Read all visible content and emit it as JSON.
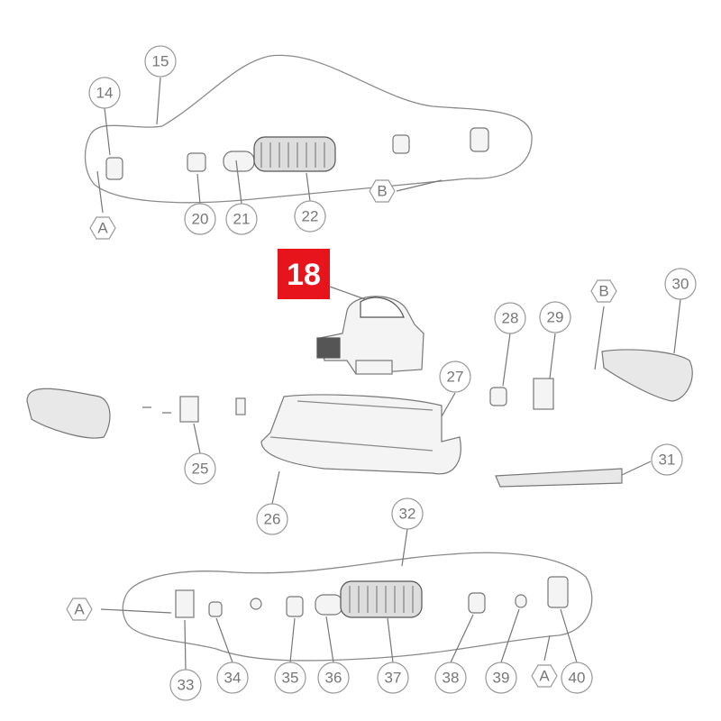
{
  "diagram": {
    "highlighted_part": {
      "label": "18",
      "color": "#e8141c"
    },
    "callouts": [
      "15",
      "14",
      "20",
      "21",
      "22",
      "28",
      "29",
      "30",
      "27",
      "25",
      "26",
      "31",
      "32",
      "33",
      "34",
      "35",
      "36",
      "37",
      "38",
      "39",
      "40"
    ],
    "connectors": {
      "a": "A",
      "b": "B"
    }
  }
}
